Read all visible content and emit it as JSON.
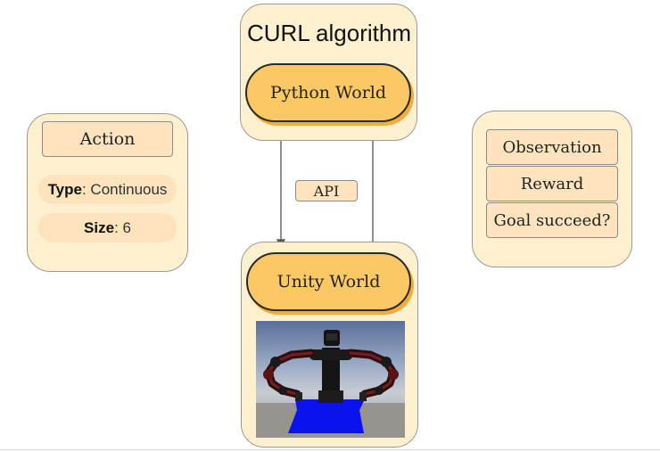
{
  "curl": {
    "title": "CURL algorithm",
    "python_label": "Python World"
  },
  "unity": {
    "label": "Unity World"
  },
  "api": {
    "label": "API"
  },
  "action": {
    "title": "Action",
    "type_key": "Type",
    "type_value": ": Continuous",
    "size_key": "Size",
    "size_value": ": 6"
  },
  "outputs": {
    "observation": "Observation",
    "reward": "Reward",
    "goal": "Goal succeed?"
  },
  "colors": {
    "panel": "#fdf0cf",
    "pill": "#fcc865",
    "pill_shadow": "#f3ad3c",
    "cloth": "#0a12f0"
  }
}
